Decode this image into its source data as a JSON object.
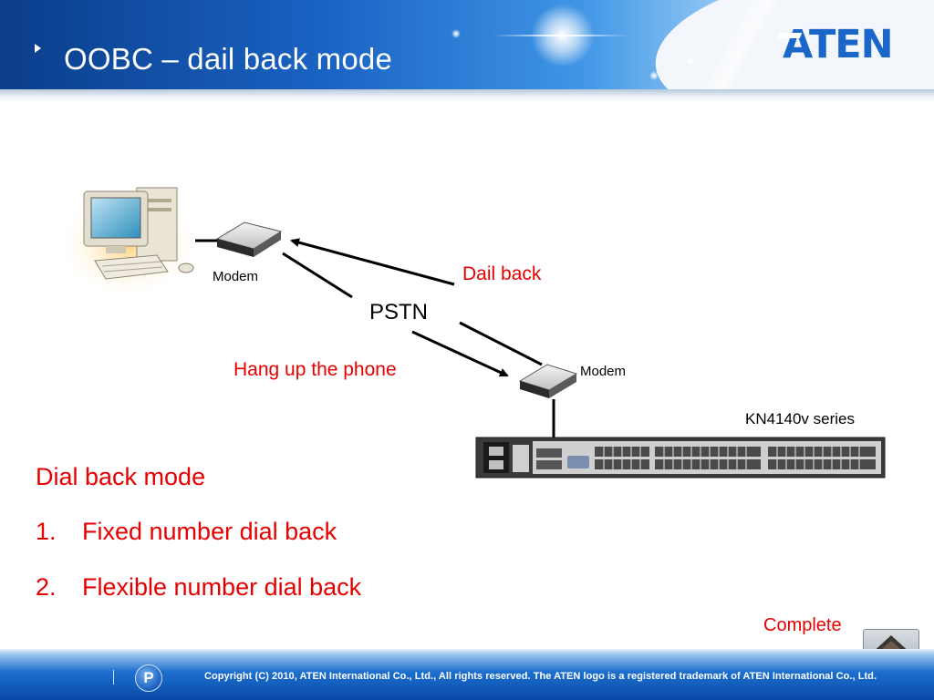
{
  "slide": {
    "title": "OOBC – dail back mode",
    "logo_text": "ATEN"
  },
  "diagram": {
    "modem_local_label": "Modem",
    "modem_remote_label": "Modem",
    "network_label": "PSTN",
    "dail_back_label": "Dail back",
    "hang_up_label": "Hang up the phone",
    "device_label": "KN4140v series"
  },
  "list": {
    "heading": "Dial back mode",
    "items": [
      {
        "number": "1.",
        "text": "Fixed number dial back"
      },
      {
        "number": "2.",
        "text": "Flexible number dial back"
      }
    ]
  },
  "nav": {
    "complete_label": "Complete"
  },
  "footer": {
    "badge_letter": "P",
    "copyright": "Copyright (C) 2010, ATEN International Co., Ltd., All rights reserved. The ATEN logo is a registered trademark of ATEN International Co., Ltd."
  },
  "colors": {
    "accent_red": "#e60000",
    "brand_blue": "#1b66c9"
  }
}
